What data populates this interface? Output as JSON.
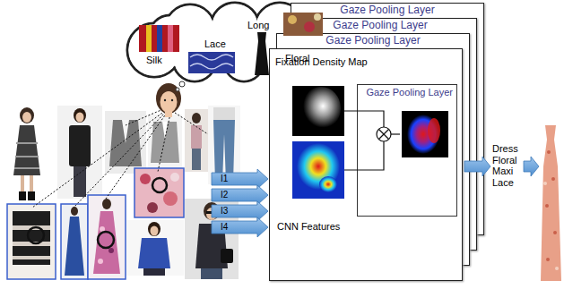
{
  "diagram": {
    "nodes": [
      {
        "text": [
          "Long",
          "Floral",
          "Silk",
          "Lace"
        ]
      },
      {
        "text": [
          "Gaze Pooling Layer"
        ]
      },
      {
        "text": [
          "Gaze Pooling Layer"
        ]
      },
      {
        "text": [
          "Gaze Pooling Layer"
        ]
      },
      {
        "text": [
          "Fixation Density Map",
          "CNN Features"
        ]
      },
      {
        "text": [
          "Gaze Pooling Layer"
        ],
        "in": 4
      }
    ],
    "labels": [
      "I1",
      "I2",
      "I3",
      "I4",
      "Dress Floral Maxi Lace"
    ]
  }
}
